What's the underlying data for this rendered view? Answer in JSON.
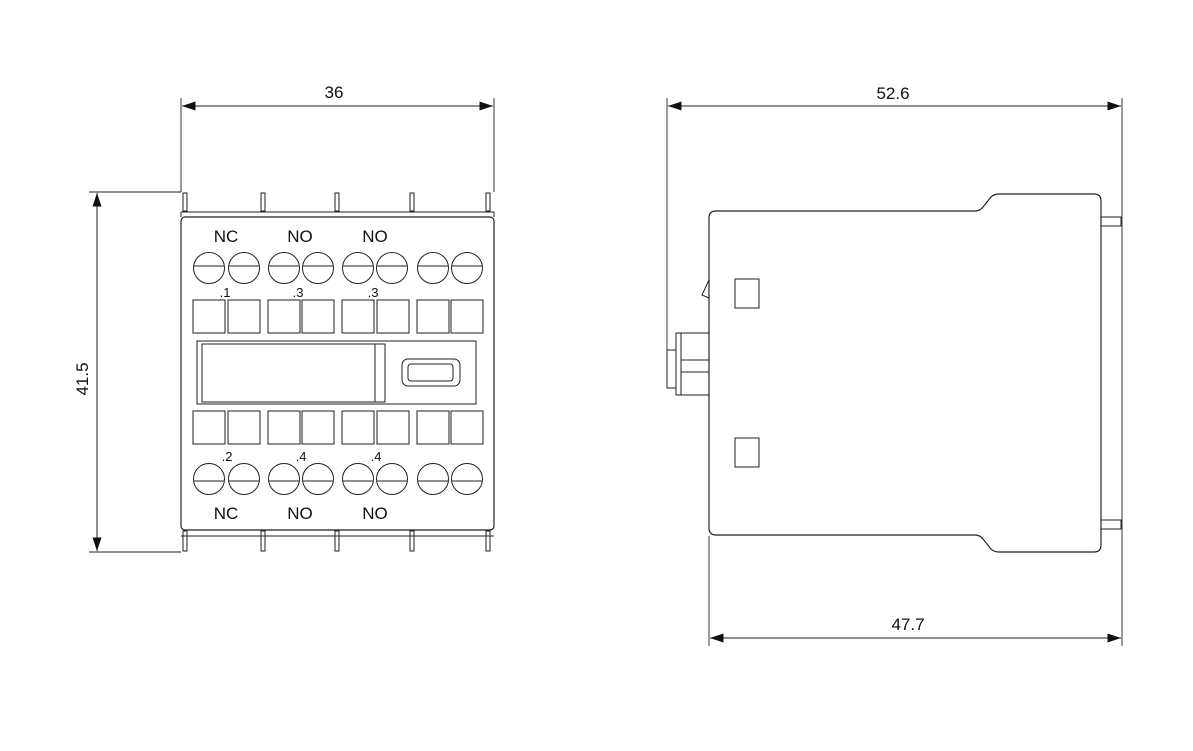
{
  "dimensions": {
    "front_width": "36",
    "front_height": "41.5",
    "side_overall_depth": "52.6",
    "side_body_depth": "47.7"
  },
  "front_view": {
    "top_labels": [
      "NC",
      "NO",
      "NO"
    ],
    "top_pin_numbers": [
      ".1",
      ".3",
      ".3"
    ],
    "bottom_pin_numbers": [
      ".2",
      ".4",
      ".4"
    ],
    "bottom_labels": [
      "NC",
      "NO",
      "NO"
    ]
  }
}
